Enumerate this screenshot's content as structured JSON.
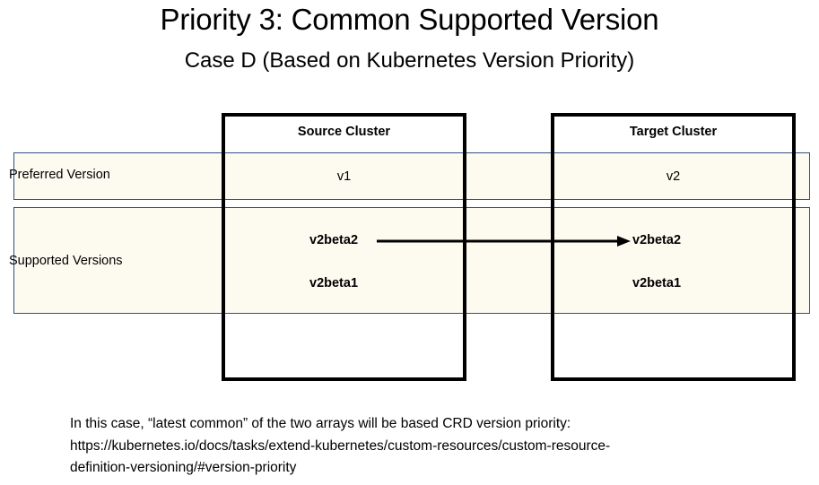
{
  "slide": {
    "title": "Priority 3: Common Supported Version",
    "subtitle": "Case D (Based on Kubernetes Version Priority)"
  },
  "colors": {
    "table_border": "#2E5382",
    "table_fill": "#FDFAF0",
    "box_border": "#000000",
    "arrow": "#000000",
    "background": "#FFFFFF",
    "text": "#000000"
  },
  "table": {
    "row_labels": [
      "Preferred Version",
      "Supported Versions"
    ],
    "columns": [
      {
        "header": "Source Cluster",
        "preferred_version": "v1",
        "supported_versions": [
          "v2beta2",
          "v2beta1"
        ]
      },
      {
        "header": "Target Cluster",
        "preferred_version": "v2",
        "supported_versions": [
          "v2beta2",
          "v2beta1"
        ]
      }
    ]
  },
  "arrow": {
    "from_label": "v2beta2",
    "to_label": "v2beta2",
    "direction": "left-to-right"
  },
  "caption": {
    "line1": "In this case, “latest common” of the two arrays will be based CRD version priority:",
    "line2": "https://kubernetes.io/docs/tasks/extend-kubernetes/custom-resources/custom-resource-",
    "line3": "definition-versioning/#version-priority"
  }
}
